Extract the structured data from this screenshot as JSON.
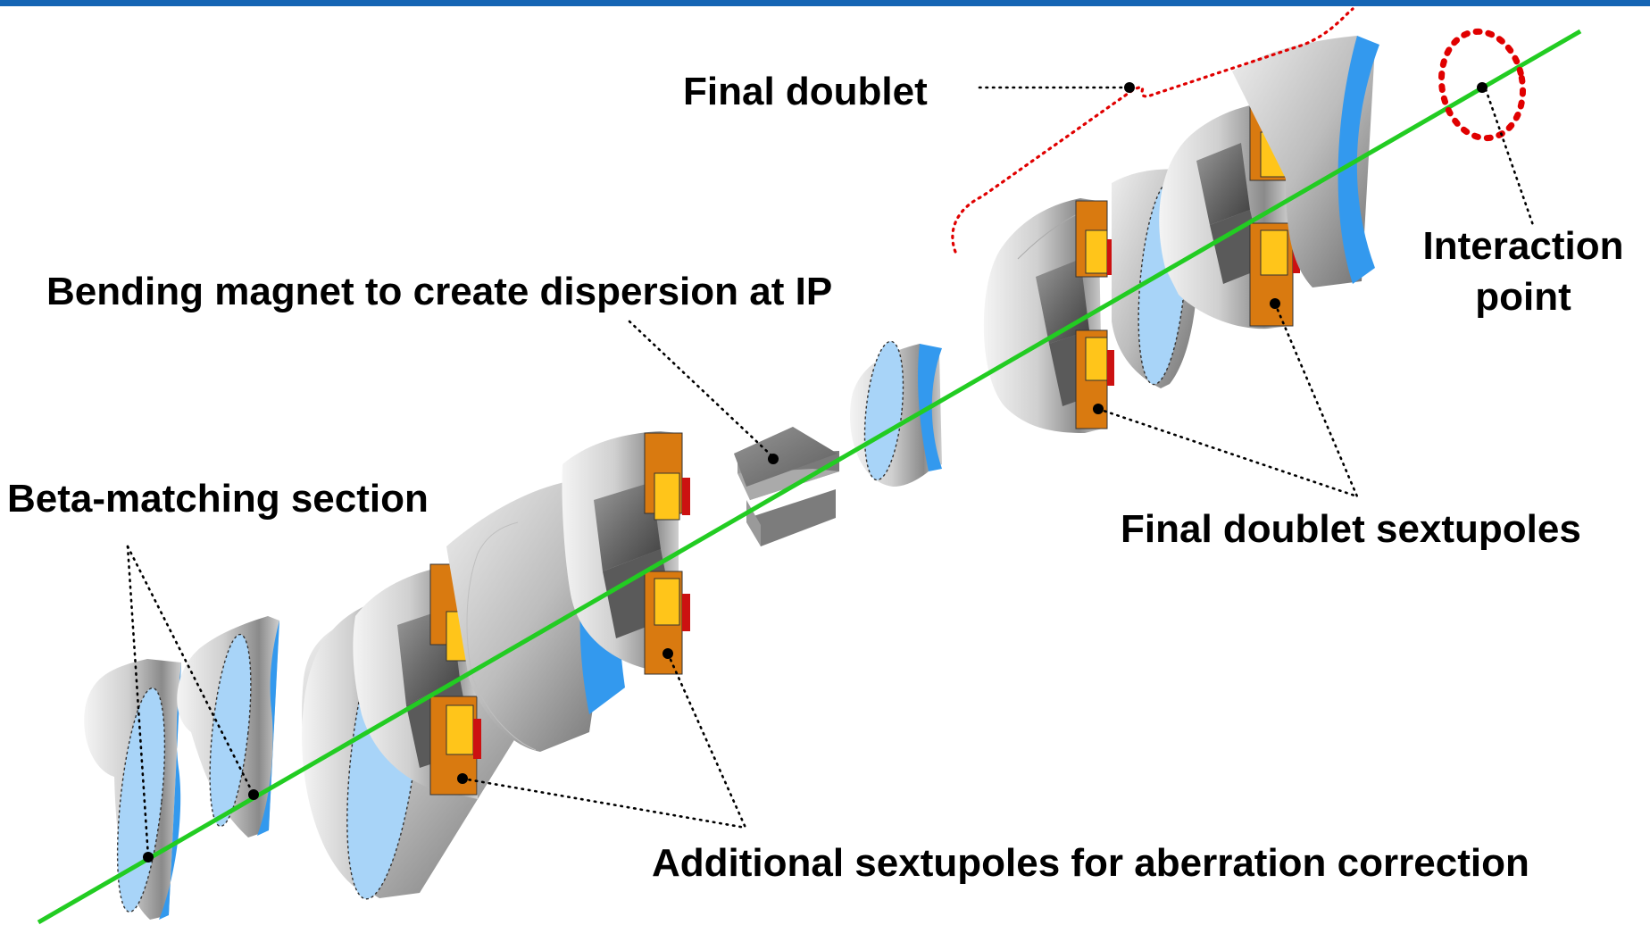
{
  "labels": {
    "final_doublet": "Final doublet",
    "interaction_point_line1": "Interaction",
    "interaction_point_line2": "point",
    "bending_magnet": "Bending magnet to create dispersion at IP",
    "beta_matching": "Beta-matching section",
    "final_doublet_sextupoles": "Final doublet sextupoles",
    "additional_sextupoles": "Additional sextupoles for aberration correction"
  },
  "colors": {
    "header_bar": "#1565b4",
    "beam_line": "#22cc22",
    "lens_face_light": "#a8d4f8",
    "lens_face_dark": "#3399ee",
    "coil_orange": "#d97a10",
    "coil_yellow": "#ffc51a",
    "coil_red": "#cc1111",
    "callout_red": "#e00000"
  }
}
